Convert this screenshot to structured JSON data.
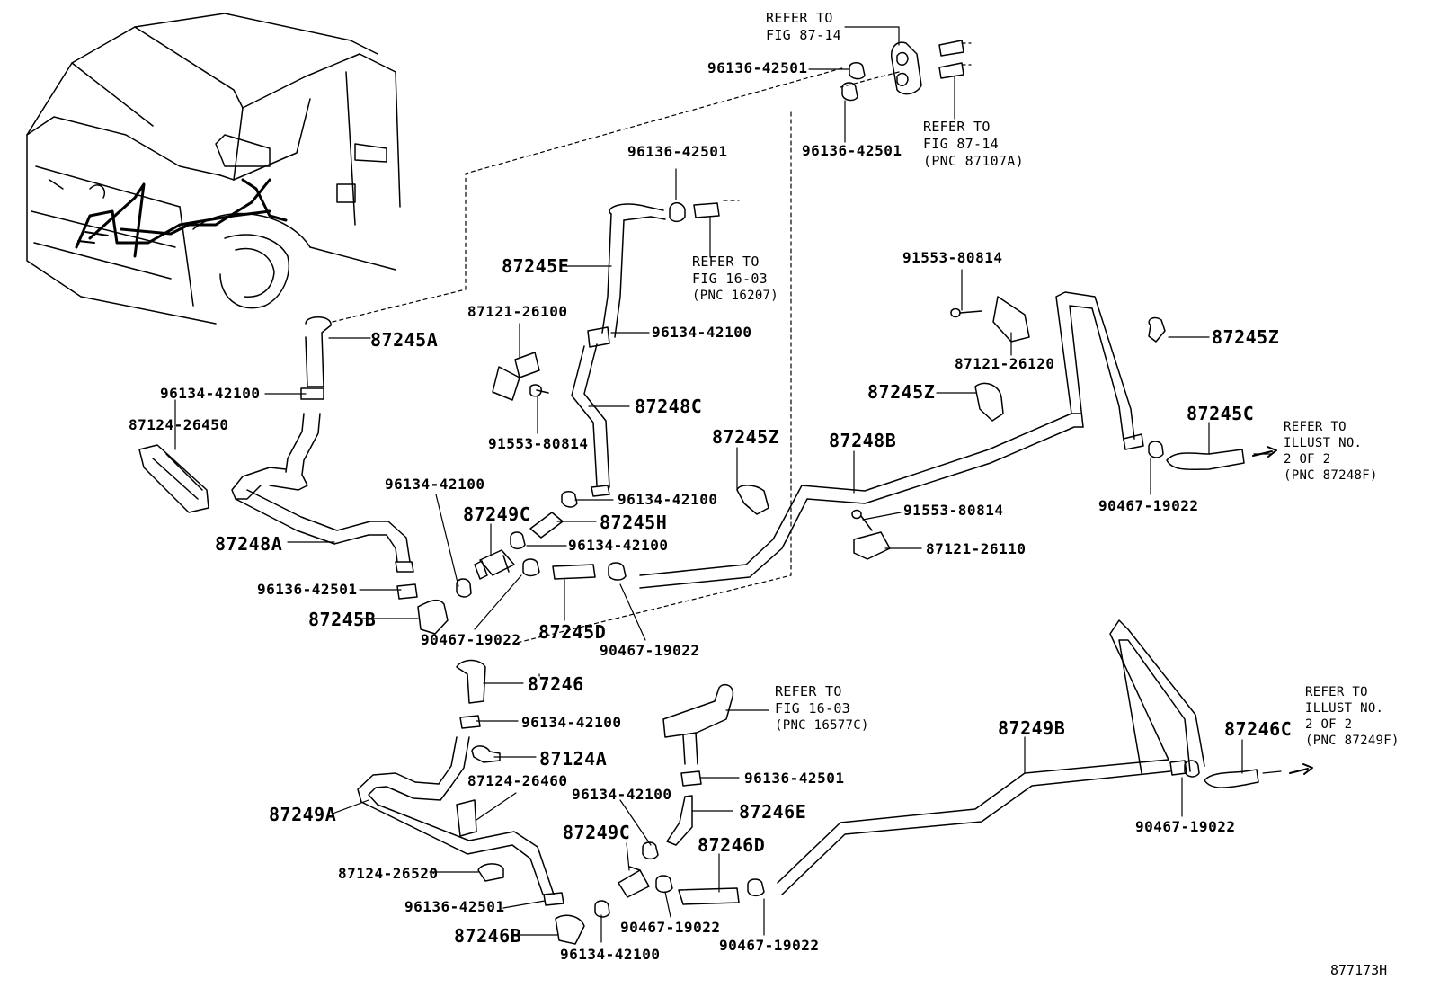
{
  "diagram_id": "877173H",
  "refs": {
    "r1": {
      "line1": "REFER TO",
      "line2": "FIG 87-14"
    },
    "r2": {
      "line1": "REFER TO",
      "line2": "FIG 87-14",
      "line3": "(PNC 87107A)"
    },
    "r3": {
      "line1": "REFER TO",
      "line2": "FIG 16-03",
      "line3": "(PNC 16207)"
    },
    "r4": {
      "line1": "REFER TO",
      "line2": "ILLUST NO.",
      "line3": "2 OF 2",
      "line4": "(PNC 87248F)"
    },
    "r5": {
      "line1": "REFER TO",
      "line2": "FIG 16-03",
      "line3": "(PNC 16577C)"
    },
    "r6": {
      "line1": "REFER TO",
      "line2": "ILLUST NO.",
      "line3": "2 OF 2",
      "line4": "(PNC 87249F)"
    }
  },
  "parts": {
    "p_96136_42501_a": "96136-42501",
    "p_96136_42501_b": "96136-42501",
    "p_96136_42501_c": "96136-42501",
    "p_96136_42501_d": "96136-42501",
    "p_96136_42501_e": "96136-42501",
    "p_96136_42501_f": "96136-42501",
    "p_87245E": "87245E",
    "p_87245A": "87245A",
    "p_87121_26100": "87121-26100",
    "p_96134_42100_a": "96134-42100",
    "p_96134_42100_b": "96134-42100",
    "p_96134_42100_c": "96134-42100",
    "p_96134_42100_d": "96134-42100",
    "p_96134_42100_e": "96134-42100",
    "p_96134_42100_f": "96134-42100",
    "p_96134_42100_g": "96134-42100",
    "p_96134_42100_h": "96134-42100",
    "p_87248C": "87248C",
    "p_87124_26450": "87124-26450",
    "p_91553_80814_a": "91553-80814",
    "p_91553_80814_b": "91553-80814",
    "p_91553_80814_c": "91553-80814",
    "p_87121_26120": "87121-26120",
    "p_87245Z_a": "87245Z",
    "p_87245Z_b": "87245Z",
    "p_87245Z_c": "87245Z",
    "p_87248B": "87248B",
    "p_87245C": "87245C",
    "p_90467_19022_a": "90467-19022",
    "p_90467_19022_b": "90467-19022",
    "p_90467_19022_c": "90467-19022",
    "p_90467_19022_d": "90467-19022",
    "p_90467_19022_e": "90467-19022",
    "p_90467_19022_f": "90467-19022",
    "p_87249C_a": "87249C",
    "p_87249C_b": "87249C",
    "p_87245H": "87245H",
    "p_87248A": "87248A",
    "p_87245B": "87245B",
    "p_87245D": "87245D",
    "p_87121_26110": "87121-26110",
    "p_87246": "87246",
    "p_87124A": "87124A",
    "p_87124_26460": "87124-26460",
    "p_87249A": "87249A",
    "p_87246E": "87246E",
    "p_87246D": "87246D",
    "p_87249B": "87249B",
    "p_87246C": "87246C",
    "p_87124_26520": "87124-26520",
    "p_87246B": "87246B"
  }
}
